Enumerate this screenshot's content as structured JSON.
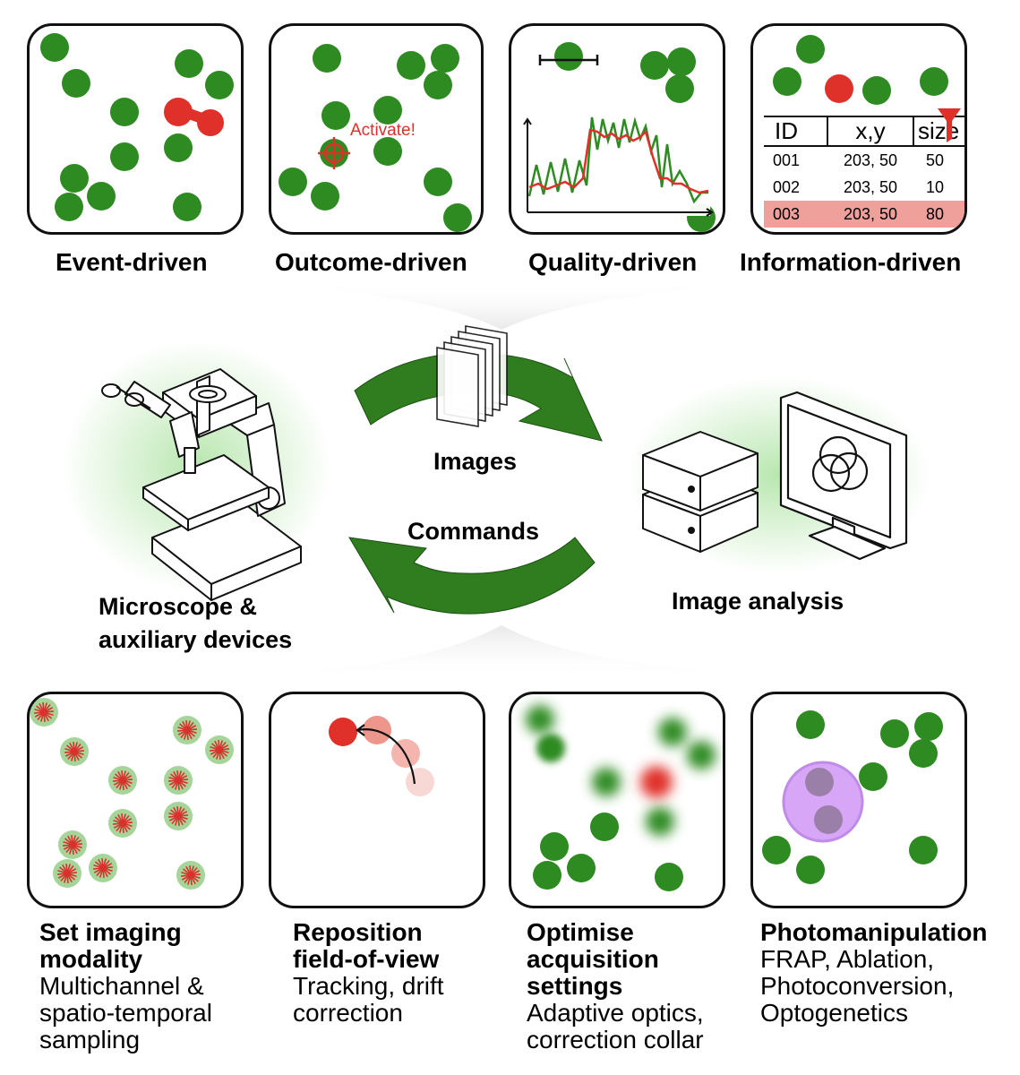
{
  "top_panels": [
    {
      "caption": "Event-driven"
    },
    {
      "caption": "Outcome-driven",
      "callout": "Activate!"
    },
    {
      "caption": "Quality-driven"
    },
    {
      "caption": "Information-driven",
      "table": {
        "headers": [
          "ID",
          "x,y",
          "size"
        ],
        "rows": [
          [
            "001",
            "203, 50",
            "50"
          ],
          [
            "002",
            "203, 50",
            "10"
          ],
          [
            "003",
            "203, 50",
            "80"
          ]
        ]
      }
    }
  ],
  "cycle": {
    "images_label": "Images",
    "commands_label": "Commands",
    "left_device_label_line1": "Microscope &",
    "left_device_label_line2": "auxiliary devices",
    "right_device_label": "Image analysis"
  },
  "bottom_panels": [
    {
      "title": [
        "Set imaging",
        "modality"
      ],
      "desc": [
        "Multichannel &",
        "spatio-temporal",
        "sampling"
      ]
    },
    {
      "title": [
        "Reposition",
        "field-of-view"
      ],
      "desc": [
        "Tracking, drift",
        "correction"
      ]
    },
    {
      "title": [
        "Optimise",
        "acquisition",
        "settings"
      ],
      "desc": [
        "Adaptive optics,",
        "correction collar"
      ]
    },
    {
      "title": [
        "Photomanipulation"
      ],
      "desc": [
        "FRAP, Ablation,",
        "Photoconversion,",
        "Optogenetics"
      ]
    }
  ],
  "colors": {
    "green": "#2e8b22",
    "red": "#e0302a",
    "arrow": "#2f7d1f",
    "purple": "#c89af0"
  }
}
